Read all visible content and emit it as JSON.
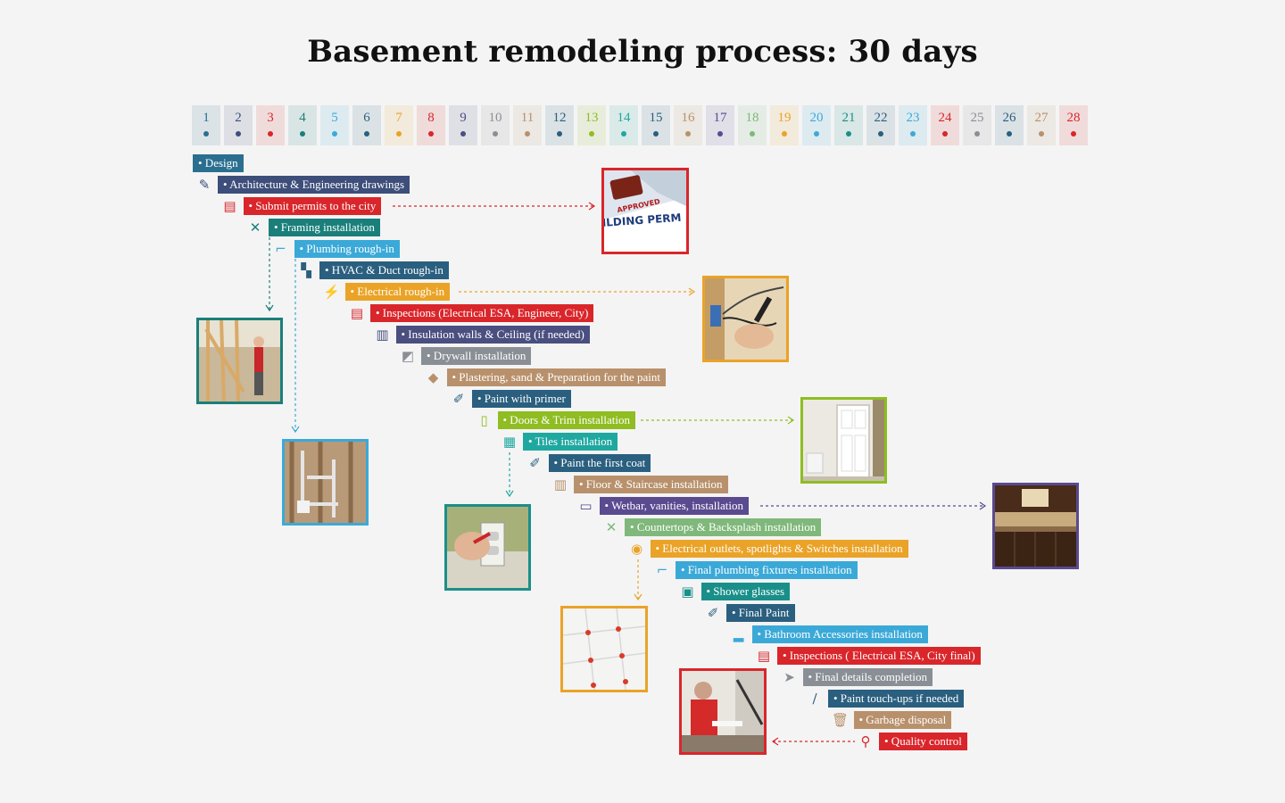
{
  "title": "Basement remodeling process: 30 days",
  "days": [
    {
      "n": "1",
      "color": "#2a6f8f"
    },
    {
      "n": "2",
      "color": "#3d4e7a"
    },
    {
      "n": "3",
      "color": "#d9262b"
    },
    {
      "n": "4",
      "color": "#1a7f7a"
    },
    {
      "n": "5",
      "color": "#3ba9d8"
    },
    {
      "n": "6",
      "color": "#2a5f7f"
    },
    {
      "n": "7",
      "color": "#eaa327"
    },
    {
      "n": "8",
      "color": "#d9262b"
    },
    {
      "n": "9",
      "color": "#4a4f80"
    },
    {
      "n": "10",
      "color": "#8a8f96"
    },
    {
      "n": "11",
      "color": "#b8916c"
    },
    {
      "n": "12",
      "color": "#2a5f7f"
    },
    {
      "n": "13",
      "color": "#8fbd22"
    },
    {
      "n": "14",
      "color": "#1fa8a0"
    },
    {
      "n": "15",
      "color": "#2a5f7f"
    },
    {
      "n": "16",
      "color": "#b8916c"
    },
    {
      "n": "17",
      "color": "#5a4a8f"
    },
    {
      "n": "18",
      "color": "#7fb87a"
    },
    {
      "n": "19",
      "color": "#eaa327"
    },
    {
      "n": "20",
      "color": "#3ba9d8"
    },
    {
      "n": "21",
      "color": "#1a8f8a"
    },
    {
      "n": "22",
      "color": "#2a5f7f"
    },
    {
      "n": "23",
      "color": "#3ba9d8"
    },
    {
      "n": "24",
      "color": "#d9262b"
    },
    {
      "n": "25",
      "color": "#8a8f96"
    },
    {
      "n": "26",
      "color": "#2a5f7f"
    },
    {
      "n": "27",
      "color": "#b8916c"
    },
    {
      "n": "28",
      "color": "#d9262b"
    }
  ],
  "tasks": [
    {
      "label": "• Design",
      "color": "#2a6f8f",
      "icon": "design-icon",
      "glyph": ""
    },
    {
      "label": "• Architecture & Engineering drawings",
      "color": "#3d4e7a",
      "icon": "drawing-icon",
      "glyph": "✎"
    },
    {
      "label": "• Submit permits to the city",
      "color": "#d9262b",
      "icon": "clipboard-icon",
      "glyph": "▤"
    },
    {
      "label": "• Framing installation",
      "color": "#1a7f7a",
      "icon": "tools-icon",
      "glyph": "✕"
    },
    {
      "label": "• Plumbing rough-in",
      "color": "#3ba9d8",
      "icon": "pipe-icon",
      "glyph": "⌐"
    },
    {
      "label": "• HVAC & Duct rough-in",
      "color": "#2a5f7f",
      "icon": "hvac-icon",
      "glyph": "▚"
    },
    {
      "label": "• Electrical rough-in",
      "color": "#eaa327",
      "icon": "electrical-icon",
      "glyph": "⚡"
    },
    {
      "label": "• Inspections (Electrical ESA, Engineer, City)",
      "color": "#d9262b",
      "icon": "clipboard-icon",
      "glyph": "▤"
    },
    {
      "label": "• Insulation walls & Ceiling (if needed)",
      "color": "#4a4f80",
      "icon": "insulation-icon",
      "glyph": "▥"
    },
    {
      "label": "• Drywall installation",
      "color": "#8a8f96",
      "icon": "drywall-icon",
      "glyph": "◩"
    },
    {
      "label": "• Plastering, sand & Preparation for the paint",
      "color": "#b8916c",
      "icon": "trowel-icon",
      "glyph": "◆"
    },
    {
      "label": "• Paint with primer",
      "color": "#2a5f7f",
      "icon": "paintbrush-icon",
      "glyph": "✐"
    },
    {
      "label": "• Doors & Trim installation",
      "color": "#8fbd22",
      "icon": "door-icon",
      "glyph": "▯"
    },
    {
      "label": "• Tiles installation",
      "color": "#1fa8a0",
      "icon": "tiles-icon",
      "glyph": "▦"
    },
    {
      "label": "• Paint the first coat",
      "color": "#2a5f7f",
      "icon": "paintbrush-icon",
      "glyph": "✐"
    },
    {
      "label": "• Floor & Staircase installation",
      "color": "#b8916c",
      "icon": "floor-icon",
      "glyph": "▥"
    },
    {
      "label": "• Wetbar, vanities, installation",
      "color": "#5a4a8f",
      "icon": "vanity-icon",
      "glyph": "▭"
    },
    {
      "label": "• Countertops & Backsplash installation",
      "color": "#7fb87a",
      "icon": "tools-icon",
      "glyph": "✕"
    },
    {
      "label": "• Electrical outlets, spotlights & Switches installation",
      "color": "#eaa327",
      "icon": "outlet-icon",
      "glyph": "◉"
    },
    {
      "label": "• Final plumbing fixtures installation",
      "color": "#3ba9d8",
      "icon": "pipe-icon",
      "glyph": "⌐"
    },
    {
      "label": "• Shower glasses",
      "color": "#1a8f8a",
      "icon": "shower-icon",
      "glyph": "▣"
    },
    {
      "label": "• Final Paint",
      "color": "#2a5f7f",
      "icon": "paintbrush-icon",
      "glyph": "✐"
    },
    {
      "label": "• Bathroom Accessories installation",
      "color": "#3ba9d8",
      "icon": "bathtub-icon",
      "glyph": "▂"
    },
    {
      "label": "• Inspections ( Electrical ESA, City final)",
      "color": "#d9262b",
      "icon": "clipboard-icon",
      "glyph": "▤"
    },
    {
      "label": "• Final details completion",
      "color": "#8a8f96",
      "icon": "drill-icon",
      "glyph": "➤"
    },
    {
      "label": "• Paint touch-ups if needed",
      "color": "#2a5f7f",
      "icon": "brush-icon",
      "glyph": "/"
    },
    {
      "label": "• Garbage disposal",
      "color": "#b8916c",
      "icon": "trash-icon",
      "glyph": "🗑"
    },
    {
      "label": "• Quality control",
      "color": "#d9262b",
      "icon": "magnifier-icon",
      "glyph": "⚲"
    }
  ],
  "photos": [
    {
      "name": "building-permit-photo",
      "color": "#d9262b",
      "stamp": "APPROVED",
      "text": "ILDING PERM"
    },
    {
      "name": "framing-photo",
      "color": "#1a7f7a"
    },
    {
      "name": "electrical-wiring-photo",
      "color": "#eaa327"
    },
    {
      "name": "plumbing-roughin-photo",
      "color": "#3ba9d8"
    },
    {
      "name": "door-trim-photo",
      "color": "#8fbd22"
    },
    {
      "name": "outlet-photo",
      "color": "#1a8f8a"
    },
    {
      "name": "wetbar-photo",
      "color": "#5a4a8f"
    },
    {
      "name": "tile-floor-photo",
      "color": "#eaa327"
    },
    {
      "name": "quality-control-photo",
      "color": "#d9262b"
    }
  ]
}
